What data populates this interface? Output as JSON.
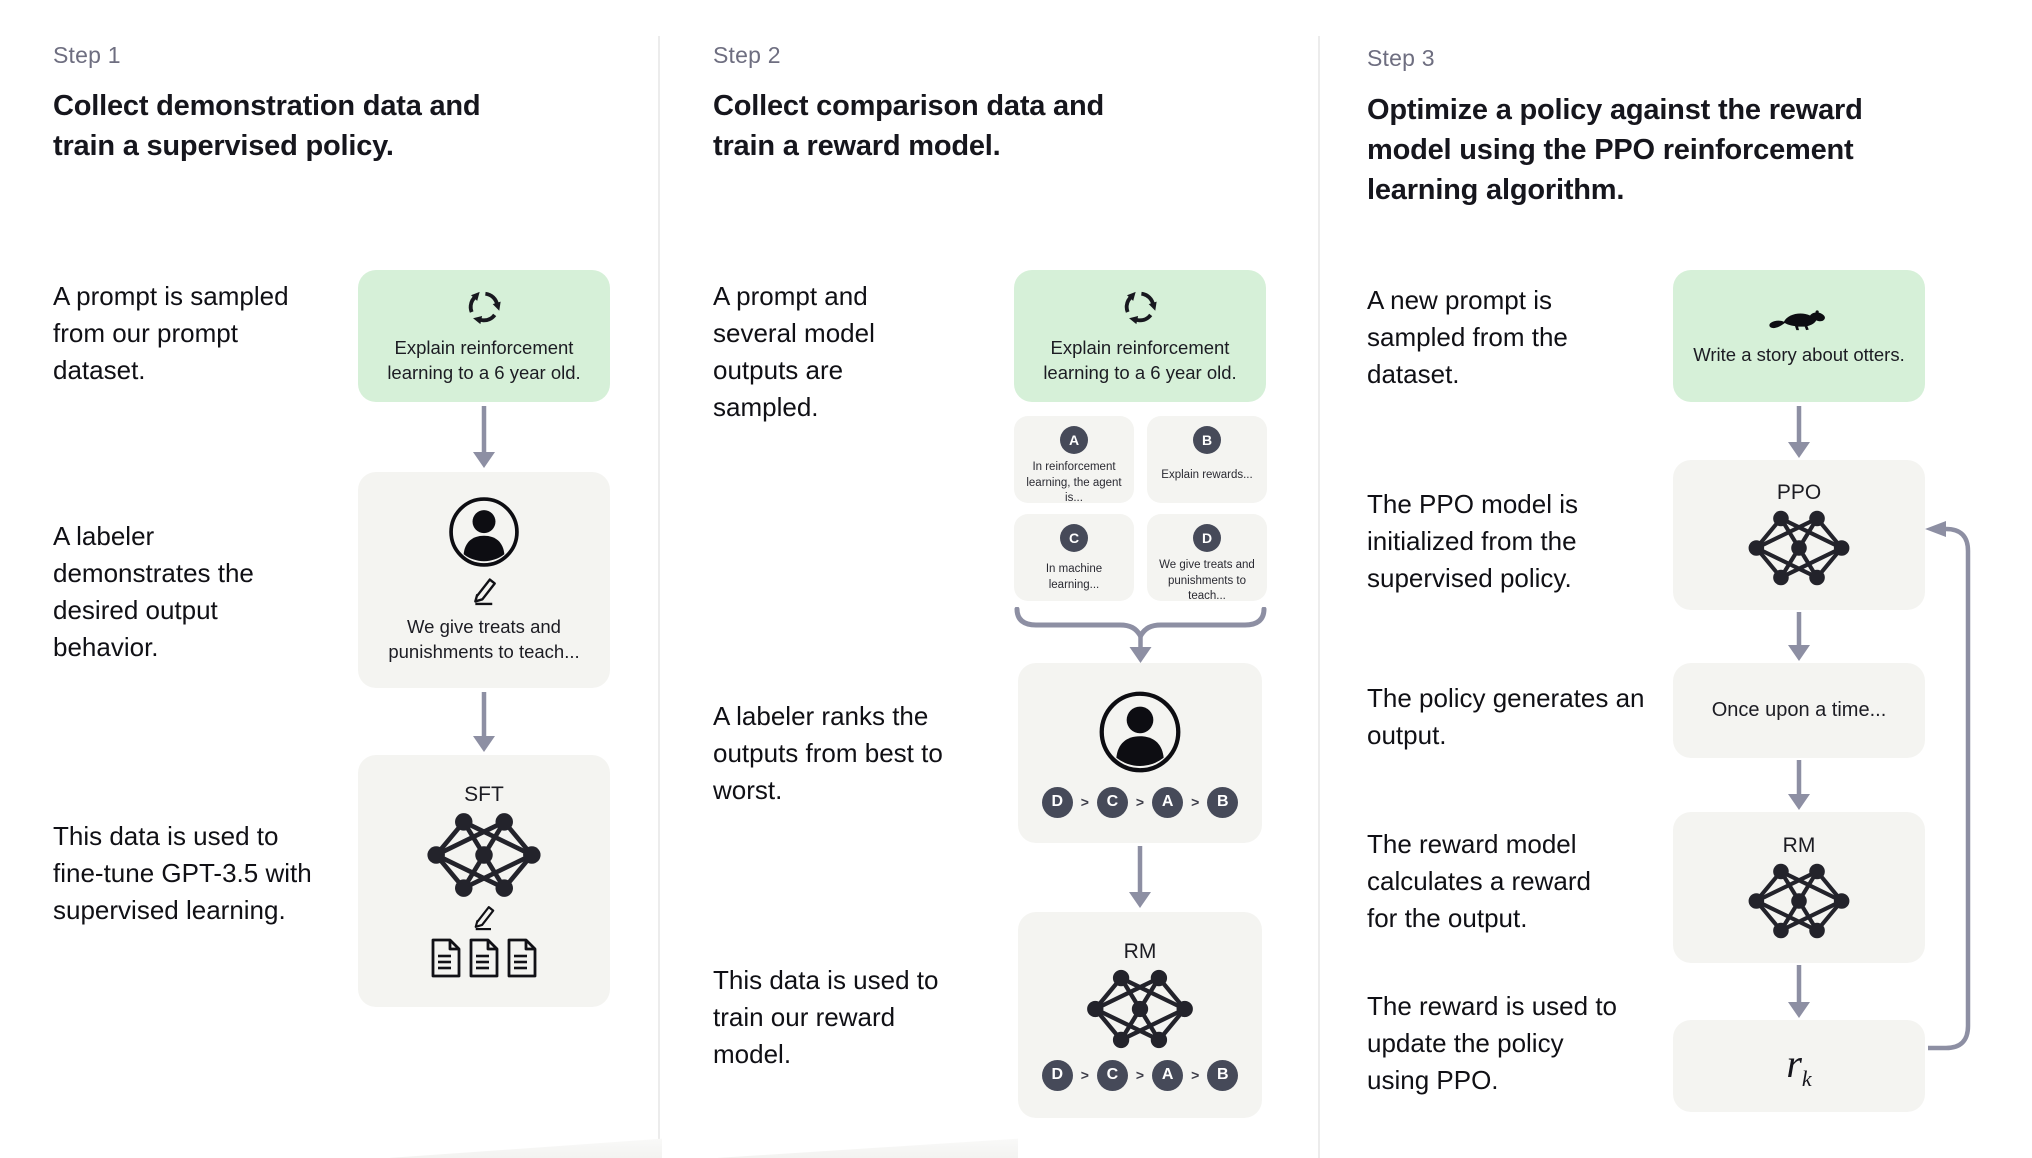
{
  "colors": {
    "prompt_box_green": "#d6f0d8",
    "node_box_gray": "#f4f4f1",
    "badge_dark": "#464a59",
    "arrow_gray": "#8d8fa3",
    "divider_gray": "#ececec",
    "step_label_gray": "#6e6e80",
    "ink": "#16161d"
  },
  "step1": {
    "label": "Step 1",
    "title": "Collect demonstration data and train a supervised policy.",
    "caption_prompt": "A prompt is sampled from our prompt dataset.",
    "caption_labeler": "A labeler demonstrates the desired output behavior.",
    "caption_finetune": "This data is used to fine-tune GPT-3.5 with supervised learning.",
    "prompt_box": {
      "icon": "cycle-icon",
      "text": "Explain reinforcement learning to a 6 year old."
    },
    "labeler_box": {
      "icons": [
        "person-icon",
        "pencil-icon"
      ],
      "text": "We give treats and punishments to teach..."
    },
    "sft_box": {
      "label": "SFT",
      "icons": [
        "neural-network-icon",
        "pencil-icon",
        "documents-icon"
      ]
    }
  },
  "step2": {
    "label": "Step 2",
    "title": "Collect comparison data and train a reward model.",
    "caption_prompt": "A prompt and several model outputs are sampled.",
    "caption_rank": "A labeler ranks the outputs from best to worst.",
    "caption_train": "This data is used to train our reward model.",
    "prompt_box": {
      "icon": "cycle-icon",
      "text": "Explain reinforcement learning to a 6 year old."
    },
    "outputs": [
      {
        "badge": "A",
        "text": "In reinforcement learning, the agent is..."
      },
      {
        "badge": "B",
        "text": "Explain rewards..."
      },
      {
        "badge": "C",
        "text": "In machine learning..."
      },
      {
        "badge": "D",
        "text": "We give treats and punishments to teach..."
      }
    ],
    "ranking": {
      "order": [
        "D",
        "C",
        "A",
        "B"
      ],
      "separator": ">"
    },
    "labeler_box": {
      "icon": "person-icon"
    },
    "rm_box": {
      "label": "RM",
      "icon": "neural-network-icon"
    }
  },
  "step3": {
    "label": "Step 3",
    "title": "Optimize a policy against the reward model using the PPO reinforcement learning algorithm.",
    "caption_prompt": "A new prompt is sampled from the dataset.",
    "caption_init": "The PPO model is initialized from the supervised policy.",
    "caption_output": "The policy generates an output.",
    "caption_reward": "The reward model calculates a reward for the output.",
    "caption_update": "The reward is used to update the policy using PPO.",
    "prompt_box": {
      "icon": "otter-icon",
      "text": "Write a story about otters."
    },
    "ppo_box": {
      "label": "PPO",
      "icon": "neural-network-icon"
    },
    "output_box": {
      "text": "Once upon a time..."
    },
    "rm_box": {
      "label": "RM",
      "icon": "neural-network-icon"
    },
    "reward_box": {
      "base": "r",
      "subscript": "k"
    }
  }
}
